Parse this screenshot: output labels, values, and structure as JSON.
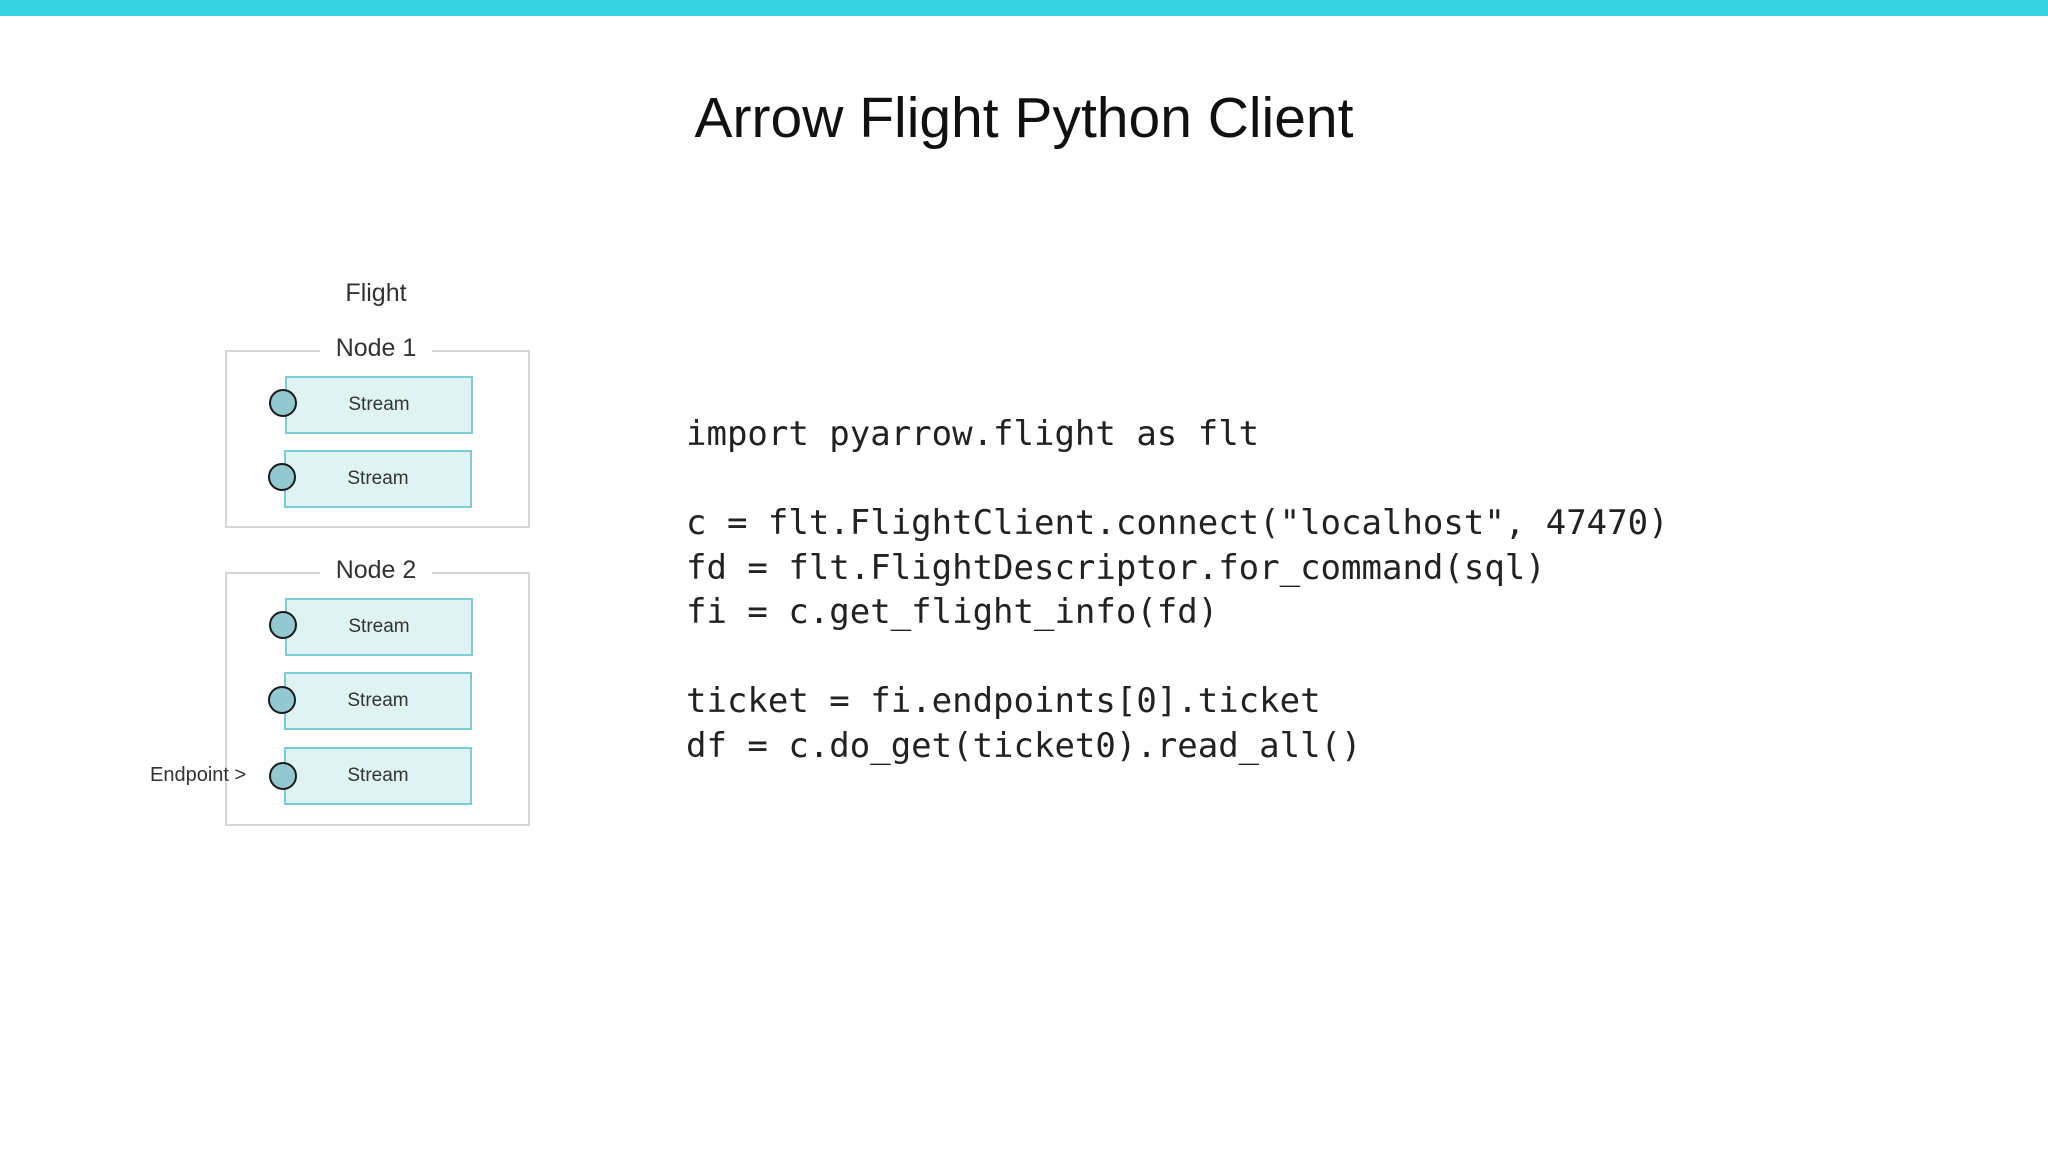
{
  "slide": {
    "title": "Arrow Flight Python Client",
    "accent_color": "#36d3e0"
  },
  "diagram": {
    "caption": "Flight",
    "nodes": [
      {
        "label": "Node 1",
        "streams": [
          "Stream",
          "Stream"
        ]
      },
      {
        "label": "Node 2",
        "streams": [
          "Stream",
          "Stream",
          "Stream"
        ]
      }
    ],
    "endpoint_label": "Endpoint >",
    "stream_fill": "#dff3f3",
    "stream_border": "#7ccbd6",
    "endpoint_fill": "#92c8cf"
  },
  "code": {
    "lines": [
      "import pyarrow.flight as flt",
      "",
      "c = flt.FlightClient.connect(\"localhost\", 47470)",
      "fd = flt.FlightDescriptor.for_command(sql)",
      "fi = c.get_flight_info(fd)",
      "",
      "ticket = fi.endpoints[0].ticket",
      "df = c.do_get(ticket0).read_all()"
    ]
  }
}
